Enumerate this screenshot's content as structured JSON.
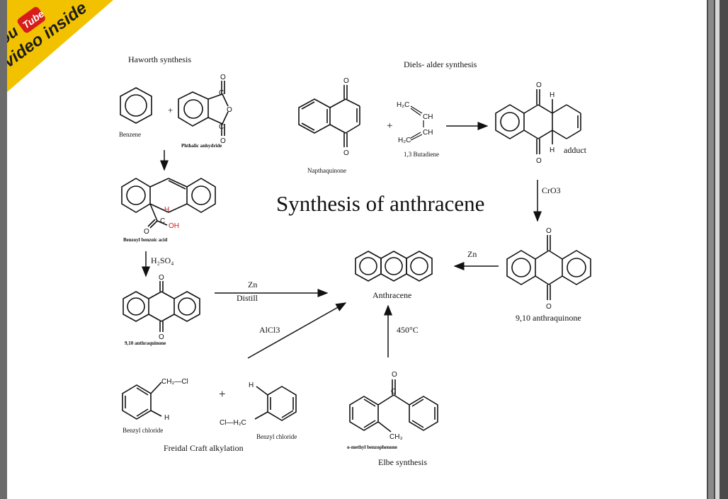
{
  "title": "Synthesis of anthracene",
  "badge": {
    "you": "You",
    "tube": "Tube",
    "sub": "video inside"
  },
  "sections": {
    "haworth": "Haworth synthesis",
    "diels_alder": "Diels- alder synthesis",
    "friedel_crafts": "Freidal Craft alkylation",
    "elbe": "Elbe synthesis"
  },
  "compounds": {
    "benzene": "Benzene",
    "phthalic_anhydride": "Phthalic anhydride",
    "benzoyl_benzoic_acid": "Benzoyl benzoic acid",
    "anthraquinone_small": "9,10 anthraquinone",
    "napthaquinone": "Napthaquinone",
    "butadiene": "1,3 Butadiene",
    "adduct": "adduct",
    "anthraquinone": "9,10 anthraquinone",
    "anthracene": "Anthracene",
    "benzyl_chloride_1": "Benzyl chloride",
    "benzyl_chloride_2": "Benzyl chloride",
    "o_methyl_benzophenone": "o-methyl benzophenone"
  },
  "reagents": {
    "h2so4": "H₂SO₄",
    "zn_distill_1": "Zn",
    "zn_distill_2": "Distill",
    "alcl3": "AlCl3",
    "heat": "450°C",
    "cro3": "CrO3",
    "zn": "Zn"
  },
  "atoms": {
    "O": "O",
    "H": "H",
    "OH": "OH",
    "C": "C",
    "Cl": "Cl",
    "ch2cl": "CH₂—Cl",
    "clh2c": "Cl—H₂C",
    "ch3": "CH₃",
    "h2c": "H₂C",
    "ch": "CH",
    "plus": "+"
  },
  "colors": {
    "page": "#ffffff",
    "badge": "#f2c200",
    "red": "#d21a1a",
    "scroll": "#4a4a4a"
  }
}
